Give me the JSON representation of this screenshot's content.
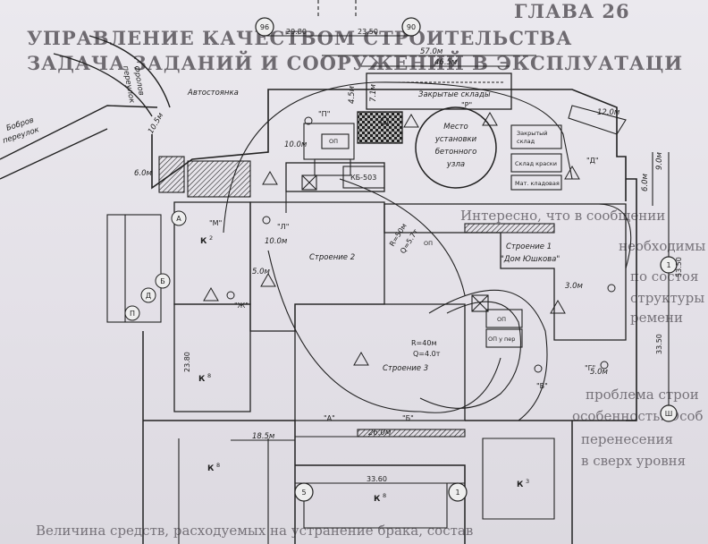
{
  "book": {
    "heading_line1": "ГЛАВА 26",
    "heading_line2": "УПРАВЛЕНИЕ КАЧЕСТВОМ СТРОИТЕЛЬСТВА",
    "heading_line3": "ЗАДАЧА ЗАДАНИЙ И СООРУЖЕНИЙ В ЭКСПЛУАТАЦИ",
    "body_lines": [
      "Интересно, что в сообщении",
      "необходимы",
      "по состоя",
      "структуры",
      "ремени",
      "проблема строи",
      "особенность. Особ",
      "перенесения",
      "в сверх уровня",
      "Величина средств, расходуемых на устранение брака, состав"
    ]
  },
  "plan": {
    "axis_markers": [
      "96",
      "90",
      "1",
      "5",
      "1",
      "Ш"
    ],
    "dimensions": {
      "d2980": "29.80",
      "d2350": "23.50",
      "d57": "57.0м",
      "d465": "46.5м",
      "d120": "12.0м",
      "d105": "10.5м",
      "d100a": "10.0м",
      "d100b": "10.0м",
      "d90": "9.0м",
      "d60a": "6.0м",
      "d60b": "6.0м",
      "d50a": "5.0м",
      "d50b": "5.0м",
      "d30": "3.0м",
      "d45": "4.5м",
      "d71": "7.1м",
      "d2380": "23.80",
      "d3350": "33.50",
      "d3360": "33.60",
      "d185": "18.5м",
      "d260": "26.0м",
      "d5350": "53.50"
    },
    "labels": {
      "autostoyanka": "Автостоянка",
      "bobrov": "Бобров",
      "pereulok": "переулок",
      "frolov": "Фролов",
      "pereulok2": "переулок",
      "zakrytye_sklady": "Закрытые склады",
      "mesto": "Место",
      "ustanovki": "установки",
      "betonnogo": "бетонного",
      "uzla": "узла",
      "zakryty_sklad": "Закрытый",
      "sklad": "склад",
      "sklad_kraski": "Склад краски",
      "mat_kladovaya": "Мат. кладовая",
      "kb503": "КБ-503",
      "stroenie1": "Строение 1",
      "dom_yushkova": "\"Дом Юшкова\"",
      "stroenie2": "Строение 2",
      "stroenie3": "Строение 3",
      "r40": "R=40м",
      "q40": "Q=4.0т",
      "r50": "R=50м",
      "q57": "Q=5.7т",
      "op1": "ОП",
      "op2": "ОП",
      "op3": "ОП",
      "opu": "ОП у пер",
      "letter_p": "\"П\"",
      "letter_r": "\"Р\"",
      "letter_d": "\"Д\"",
      "letter_g": "\"Г\"",
      "letter_m": "\"М\"",
      "letter_l": "\"Л\"",
      "letter_zh": "\"Ж\"",
      "letter_a": "\"А\"",
      "letter_b": "\"Б\"",
      "letter_v": "\"В\"",
      "k1": "К",
      "k1sub": "2",
      "k2": "К",
      "k2sub": "8",
      "k3": "К",
      "k3sub": "8",
      "k4": "К",
      "k4sub": "3",
      "k5": "К",
      "k5sub": "8",
      "circ_letters": [
        "А",
        "Б",
        "Д",
        "П"
      ]
    }
  }
}
